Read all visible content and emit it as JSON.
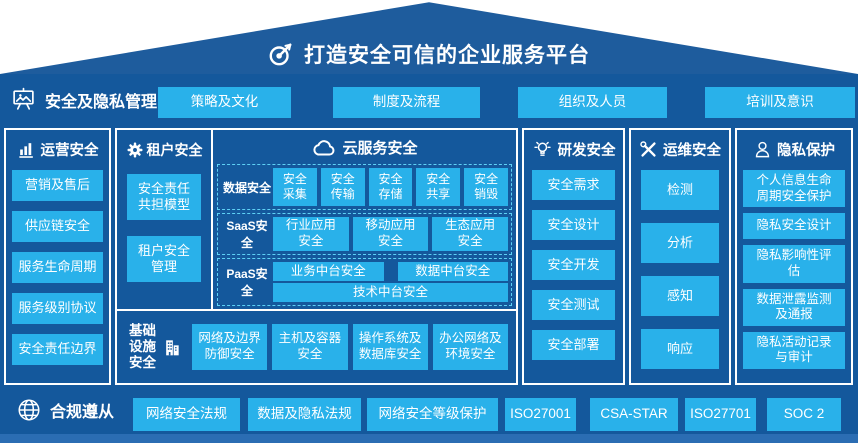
{
  "roof": {
    "title": "打造安全可信的企业服务平台"
  },
  "management": {
    "label": "安全及隐私管理",
    "items": [
      "策略及文化",
      "制度及流程",
      "组织及人员",
      "培训及意识"
    ]
  },
  "operations": {
    "label": "运营安全",
    "items": [
      "营销及售后",
      "供应链安全",
      "服务生命周期",
      "服务级别协议",
      "安全责任边界"
    ]
  },
  "tenant": {
    "label": "租户安全",
    "items": [
      "安全责任\n共担模型",
      "租户安全\n管理"
    ]
  },
  "cloud": {
    "label": "云服务安全",
    "data_row": {
      "label": "数据安全",
      "items": [
        "安全\n采集",
        "安全\n传输",
        "安全\n存储",
        "安全\n共享",
        "安全\n销毁"
      ]
    },
    "saas_row": {
      "label": "SaaS安全",
      "items": [
        "行业应用\n安全",
        "移动应用\n安全",
        "生态应用\n安全"
      ]
    },
    "paas_row": {
      "label": "PaaS安全",
      "items": [
        "业务中台安全",
        "数据中台安全",
        "技术中台安全"
      ]
    }
  },
  "infrastructure": {
    "label": "基础\n设施\n安全",
    "items": [
      "网络及边界\n防御安全",
      "主机及容器\n安全",
      "操作系统及\n数据库安全",
      "办公网络及\n环境安全"
    ]
  },
  "rnd": {
    "label": "研发安全",
    "items": [
      "安全需求",
      "安全设计",
      "安全开发",
      "安全测试",
      "安全部署"
    ]
  },
  "om": {
    "label": "运维安全",
    "items": [
      "检测",
      "分析",
      "感知",
      "响应"
    ]
  },
  "privacy": {
    "label": "隐私保护",
    "items": [
      "个人信息生命\n周期安全保护",
      "隐私安全设计",
      "隐私影响性评\n估",
      "数据泄露监测\n及通报",
      "隐私活动记录\n与审计"
    ]
  },
  "compliance": {
    "label": "合规遵从",
    "items": [
      "网络安全法规",
      "数据及隐私法规",
      "网络安全等级保护",
      "ISO27001",
      "CSA-STAR",
      "ISO27701",
      "SOC 2"
    ]
  },
  "colors": {
    "navy": "#14589c",
    "roof": "#1e5c9d",
    "accent": "#29b1ea",
    "dashed_border": "#5ed1f5",
    "footer": "#2b6db3",
    "text": "#ffffff"
  }
}
